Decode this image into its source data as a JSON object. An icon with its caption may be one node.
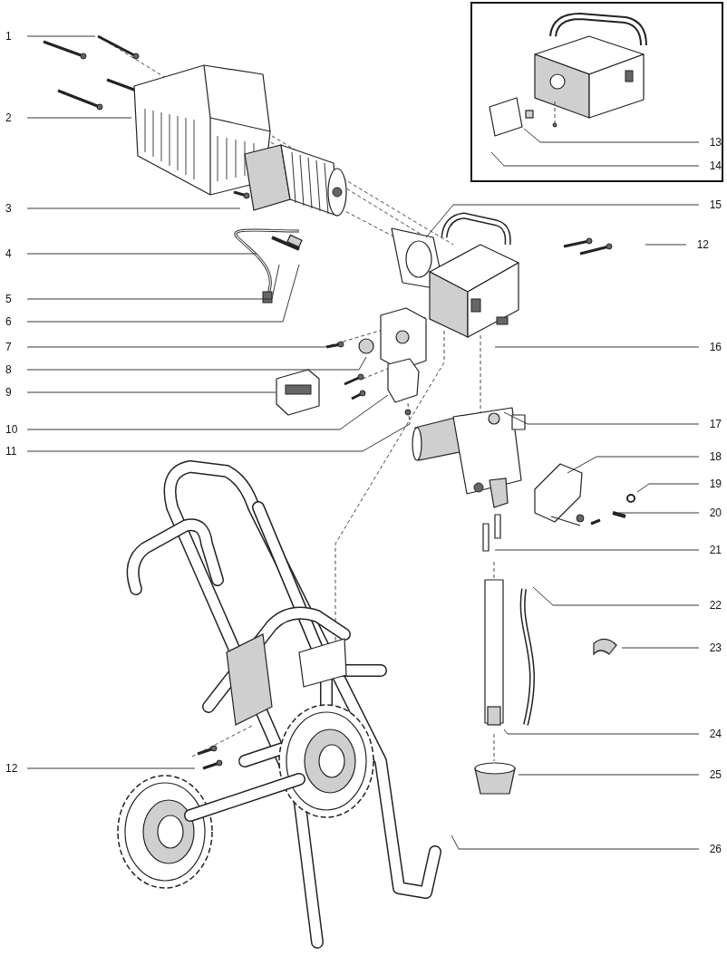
{
  "diagram": {
    "nodes": [
      {
        "text": [
          "1"
        ]
      },
      {
        "text": [
          "2"
        ]
      },
      {
        "text": [
          "3"
        ]
      },
      {
        "text": [
          "4"
        ]
      },
      {
        "text": [
          "5"
        ]
      },
      {
        "text": [
          "6"
        ]
      },
      {
        "text": [
          "7"
        ]
      },
      {
        "text": [
          "8"
        ]
      },
      {
        "text": [
          "9"
        ]
      },
      {
        "text": [
          "10"
        ]
      },
      {
        "text": [
          "11"
        ]
      },
      {
        "text": [
          "13"
        ]
      },
      {
        "text": [
          "14"
        ]
      },
      {
        "text": [
          "15"
        ]
      },
      {
        "text": [
          "12"
        ]
      },
      {
        "text": [
          "16"
        ]
      },
      {
        "text": [
          "17"
        ]
      },
      {
        "text": [
          "18"
        ]
      },
      {
        "text": [
          "19"
        ]
      },
      {
        "text": [
          "20"
        ]
      },
      {
        "text": [
          "21"
        ]
      },
      {
        "text": [
          "22"
        ]
      },
      {
        "text": [
          "23"
        ]
      },
      {
        "text": [
          "24"
        ]
      },
      {
        "text": [
          "25"
        ]
      },
      {
        "text": [
          "26"
        ]
      },
      {
        "text": [
          "12"
        ]
      }
    ],
    "edges": [
      {
        "from": 0,
        "to": null,
        "arrow": "none"
      },
      {
        "from": 1,
        "to": null,
        "arrow": "none"
      },
      {
        "from": 2,
        "to": null,
        "arrow": "none"
      },
      {
        "from": 3,
        "to": null,
        "arrow": "none"
      },
      {
        "from": 4,
        "to": null,
        "arrow": "none"
      },
      {
        "from": 5,
        "to": null,
        "arrow": "none"
      },
      {
        "from": 6,
        "to": null,
        "arrow": "none"
      },
      {
        "from": 7,
        "to": null,
        "arrow": "none"
      },
      {
        "from": 8,
        "to": null,
        "arrow": "none"
      },
      {
        "from": 9,
        "to": null,
        "arrow": "none"
      },
      {
        "from": 10,
        "to": null,
        "arrow": "none"
      },
      {
        "from": 11,
        "to": null,
        "arrow": "none"
      },
      {
        "from": 12,
        "to": null,
        "arrow": "none"
      },
      {
        "from": 13,
        "to": null,
        "arrow": "none"
      },
      {
        "from": 14,
        "to": null,
        "arrow": "none"
      },
      {
        "from": 15,
        "to": null,
        "arrow": "none"
      },
      {
        "from": 16,
        "to": null,
        "arrow": "none"
      },
      {
        "from": 17,
        "to": null,
        "arrow": "none"
      },
      {
        "from": 18,
        "to": null,
        "arrow": "none"
      },
      {
        "from": 19,
        "to": null,
        "arrow": "none"
      },
      {
        "from": 20,
        "to": null,
        "arrow": "none"
      },
      {
        "from": 21,
        "to": null,
        "arrow": "none"
      },
      {
        "from": 22,
        "to": null,
        "arrow": "none"
      },
      {
        "from": 23,
        "to": null,
        "arrow": "none"
      },
      {
        "from": 24,
        "to": null,
        "arrow": "none"
      },
      {
        "from": 25,
        "to": null,
        "arrow": "none"
      },
      {
        "from": 26,
        "to": null,
        "arrow": "none"
      }
    ]
  }
}
